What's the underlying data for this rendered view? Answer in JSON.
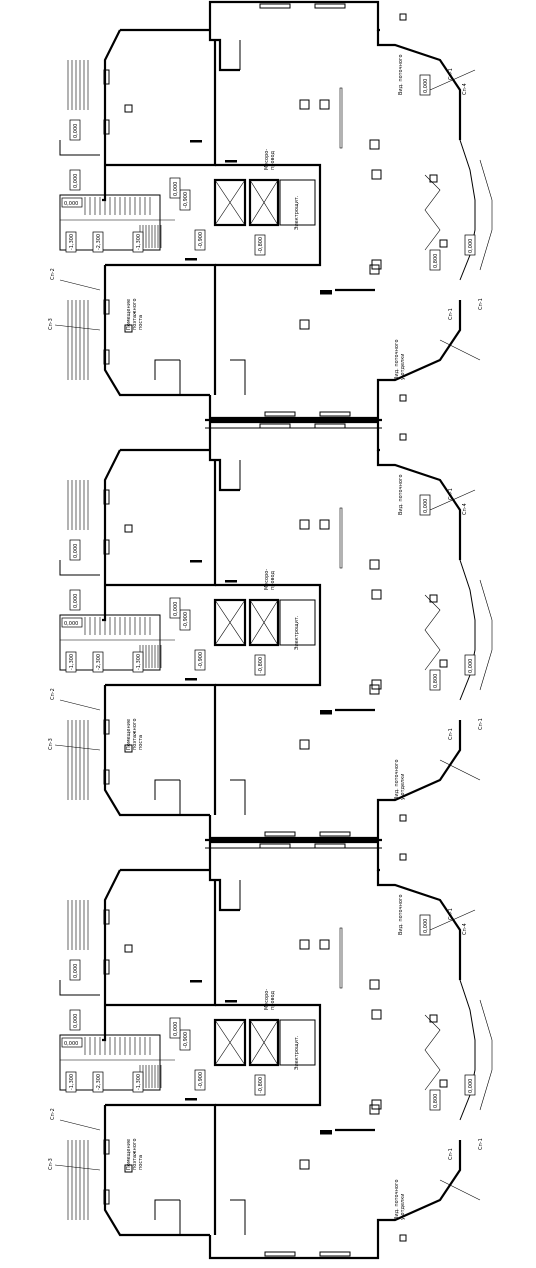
{
  "sections": [
    {
      "id": "section-1",
      "level_tags": [
        "0,000",
        "0,000",
        "0,000",
        "-1,300",
        "-2,300",
        "-1,300",
        "-0,900",
        "-0,900",
        "-0,800",
        "0,000",
        "0,000",
        "0,000",
        "0,800"
      ],
      "room_labels": [
        "Вид. поточного",
        "Помещение\nпоэтажного\nпоста",
        "Мусоро-\nпровод",
        "Вид. поточного\nу отделки",
        "Электрощит."
      ],
      "marks": [
        "Сп-1",
        "Сп-1",
        "Сп-1",
        "Сп-2",
        "Сп-3",
        "Сп-4"
      ]
    },
    {
      "id": "section-2",
      "level_tags": [
        "0,000",
        "0,000",
        "0,000",
        "-1,300",
        "-2,300",
        "-1,300",
        "-0,900",
        "-0,900",
        "-0,800",
        "0,000",
        "0,000",
        "0,000",
        "0,800"
      ],
      "room_labels": [
        "Вид. поточного",
        "Помещение\nпоэтажного\nпоста",
        "Мусоро-\nпровод",
        "Вид. поточного\nу отделки",
        "Электрощит."
      ],
      "marks": [
        "Сп-1",
        "Сп-1",
        "Сп-1",
        "Сп-2",
        "Сп-3",
        "Сп-4"
      ]
    },
    {
      "id": "section-3",
      "level_tags": [
        "0,000",
        "0,000",
        "0,000",
        "-1,300",
        "-2,300",
        "-1,300",
        "-0,900",
        "-0,900",
        "-0,800",
        "0,000",
        "0,000",
        "0,000",
        "0,800"
      ],
      "room_labels": [
        "Вид. поточного",
        "Помещение\nпоэтажного\nпоста",
        "Мусоро-\nпровод",
        "Вид. поточного\nу отделки",
        "Электрощит."
      ],
      "marks": [
        "Сп-1",
        "Сп-1",
        "Сп-1",
        "Сп-2",
        "Сп-3",
        "Сп-4"
      ]
    }
  ]
}
